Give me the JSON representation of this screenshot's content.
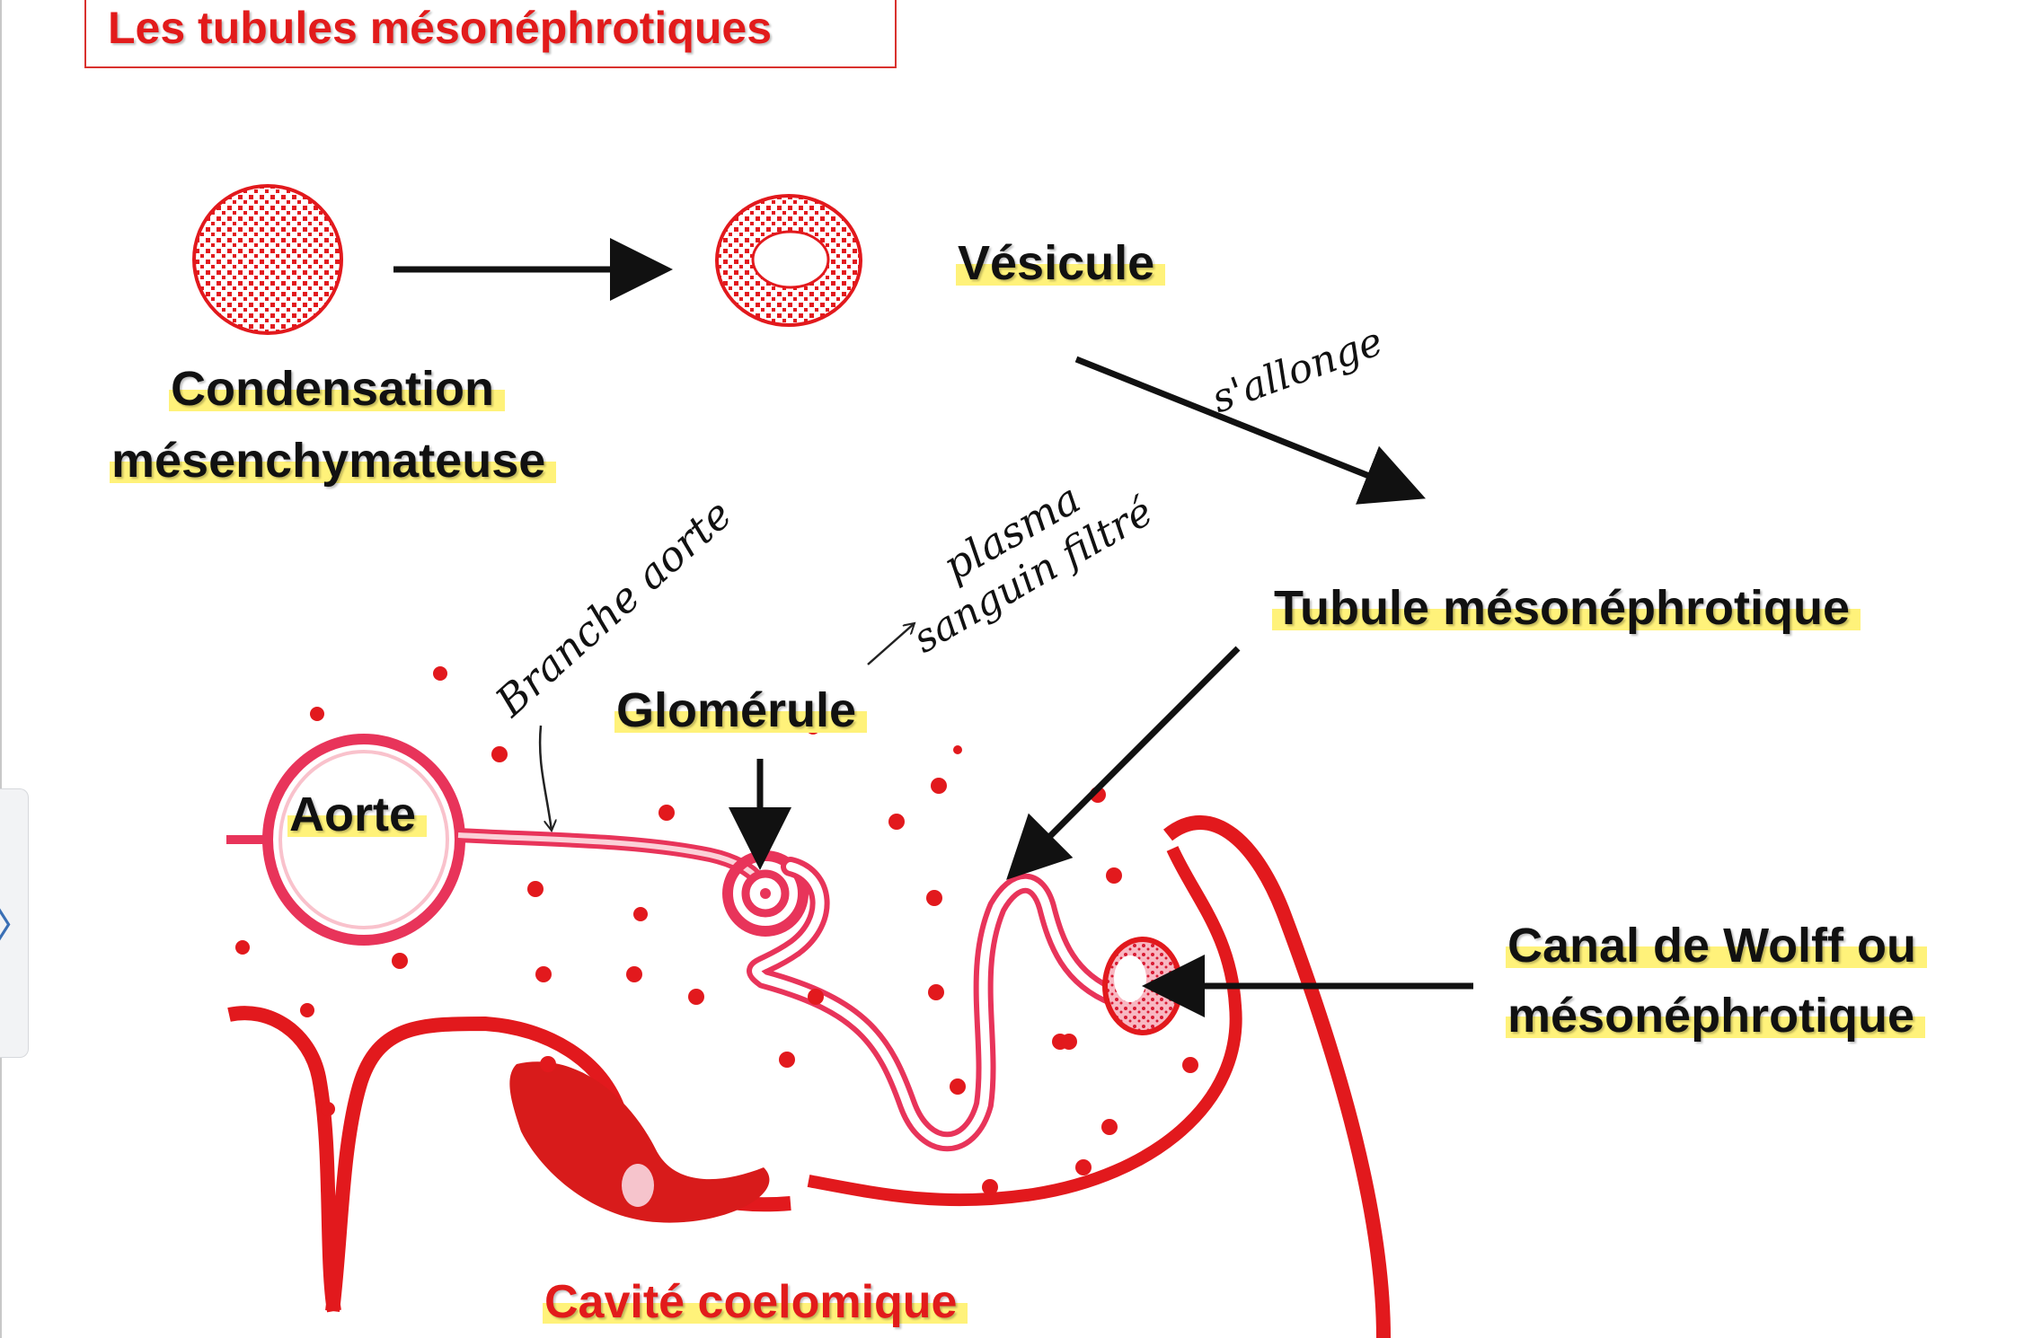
{
  "title": "Les tubules mésonéphrotiques",
  "labels": {
    "vesicule": "Vésicule",
    "condensation_line1": "Condensation",
    "condensation_line2": "mésenchymateuse",
    "tubule": "Tubule mésonéphrotique",
    "glomerule": "Glomérule",
    "aorte": "Aorte",
    "canal_line1": "Canal de Wolff ou",
    "canal_line2": "mésonéphrotique",
    "cavite": "Cavité coelomique"
  },
  "handwritten": {
    "sallonge": "s'allonge",
    "branche_aorte": "Branche aorte",
    "plasma_line1": "plasma",
    "plasma_line2": "sanguin filtré"
  },
  "side_tab_glyph": "〉",
  "colors": {
    "title_red": "#e21b1b",
    "tissue_red": "#e2191d",
    "highlight": "#fff27a",
    "label_text": "#111111"
  }
}
